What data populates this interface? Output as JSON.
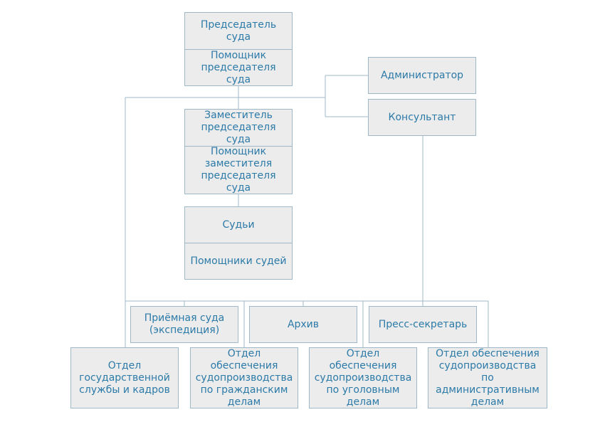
{
  "diagram": {
    "chairman": "Председатель суда",
    "chairman_assistant": "Помощник\nпредседателя суда",
    "administrator": "Администратор",
    "consultant": "Консультант",
    "deputy": "Заместитель\nпредседателя суда",
    "deputy_assistant": "Помощник\nзаместителя\nпредседателя суда",
    "judges": "Судьи",
    "judges_assistants": "Помощники судей",
    "reception": "Приёмная суда\n(экспедиция)",
    "archive": "Архив",
    "press_secretary": "Пресс-секретарь",
    "hr_department": "Отдел\nгосударственной\nслужбы и кадров",
    "civil_department": "Отдел обеспечения\nсудопроизводства\nпо гражданским\nделам",
    "criminal_department": "Отдел обеспечения\nсудопроизводства\nпо уголовным\nделам",
    "admin_department": "Отдел обеспечения\nсудопроизводства по\nадминистративным\nделам"
  },
  "colors": {
    "box_fill": "#ececec",
    "box_border": "#9fb8c8",
    "text": "#2b7aa8",
    "line": "#9fb8c8"
  }
}
